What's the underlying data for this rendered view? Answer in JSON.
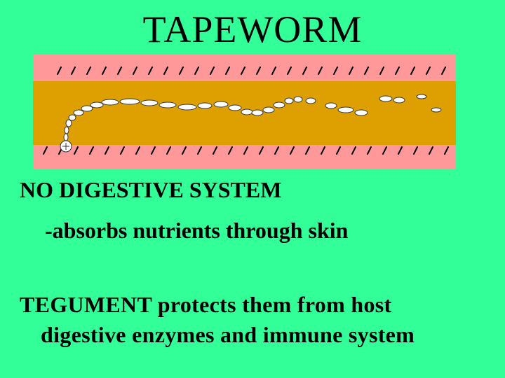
{
  "slide": {
    "title": "TAPEWORM",
    "lines": [
      "NO DIGESTIVE SYSTEM",
      "-absorbs nutrients through skin",
      "TEGUMENT protects them from host",
      "digestive enzymes and immune system"
    ]
  },
  "colors": {
    "background": "#33ff99",
    "intestine_wall": "#ff9999",
    "gut_lumen": "#dda000",
    "worm": "#ffffff"
  },
  "illustration": {
    "subject": "tapeworm-in-intestine",
    "icon": "tapeworm-icon"
  }
}
